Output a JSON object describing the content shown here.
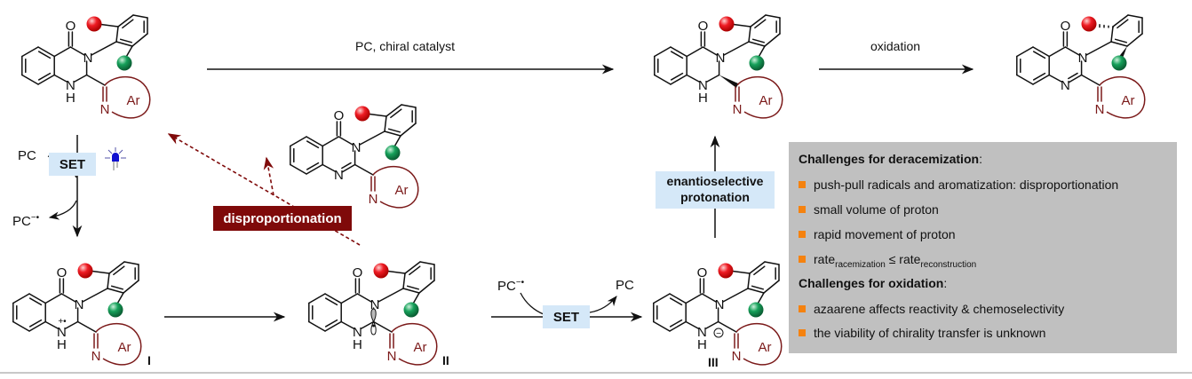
{
  "atoms": {
    "O": "O",
    "N": "N",
    "H": "H",
    "Ar": "Ar"
  },
  "arrows": {
    "top_reagent": "PC, chiral catalyst",
    "oxidation": "oxidation",
    "set": "SET",
    "pc": "PC",
    "pc_radical_anion": "PC",
    "pc_radical_anion_charge": "−•",
    "disproportionation": "disproportionation",
    "enantioselective_line1": "enantioselective",
    "enantioselective_line2": "protonation"
  },
  "intermediates": {
    "I": "I",
    "II": "II",
    "III": "III",
    "radical_cation_mark": "+•",
    "anion_mark": "−"
  },
  "challenges": {
    "deracemization_title": "Challenges for deracemization",
    "deracemization_items": [
      "push-pull radicals and aromatization: disproportionation",
      "small volume of proton",
      "rapid movement of proton"
    ],
    "rate_item": {
      "rate": "rate",
      "sub1": "racemization",
      "op": " ≤ ",
      "sub2": "reconstruction"
    },
    "oxidation_title": "Challenges for oxidation",
    "oxidation_items": [
      "azaarene affects reactivity & chemoselectivity",
      "the viability of chirality transfer is unknown"
    ],
    "colon": ":"
  },
  "colors": {
    "ring": "#7b1a1a",
    "ball_red": "#e8141c",
    "ball_green": "#159a55",
    "box_blue": "#d5e8f8",
    "disp": "#7f0a0a",
    "bullet": "#f5820f",
    "panel": "#c0c0c0"
  },
  "icons": {
    "light": "blue-led-light-icon"
  }
}
